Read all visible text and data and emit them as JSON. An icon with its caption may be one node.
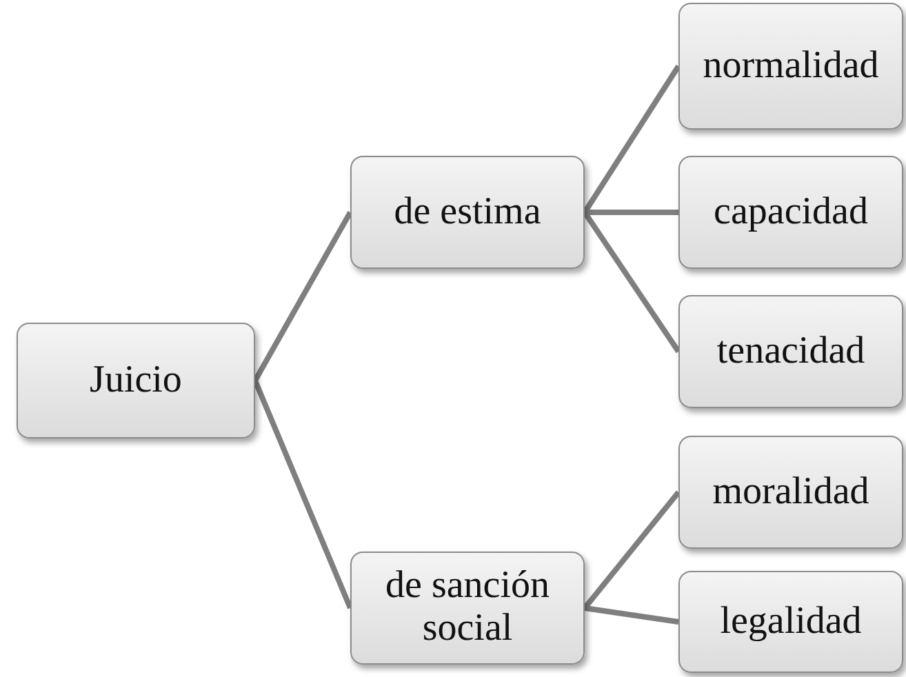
{
  "diagram": {
    "nodes": [
      {
        "text": [
          "Juicio"
        ]
      },
      {
        "text": [
          "de estima"
        ]
      },
      {
        "text": [
          "de sanción social"
        ]
      },
      {
        "text": [
          "normalidad"
        ]
      },
      {
        "text": [
          "capacidad"
        ]
      },
      {
        "text": [
          "tenacidad"
        ]
      },
      {
        "text": [
          "moralidad"
        ]
      },
      {
        "text": [
          "legalidad"
        ]
      }
    ],
    "edges": [
      {
        "from": 0,
        "to": 1,
        "arrow": "none"
      },
      {
        "from": 0,
        "to": 2,
        "arrow": "none"
      },
      {
        "from": 1,
        "to": 3,
        "arrow": "none"
      },
      {
        "from": 1,
        "to": 4,
        "arrow": "none"
      },
      {
        "from": 1,
        "to": 5,
        "arrow": "none"
      },
      {
        "from": 2,
        "to": 6,
        "arrow": "none"
      },
      {
        "from": 2,
        "to": 7,
        "arrow": "none"
      }
    ]
  }
}
